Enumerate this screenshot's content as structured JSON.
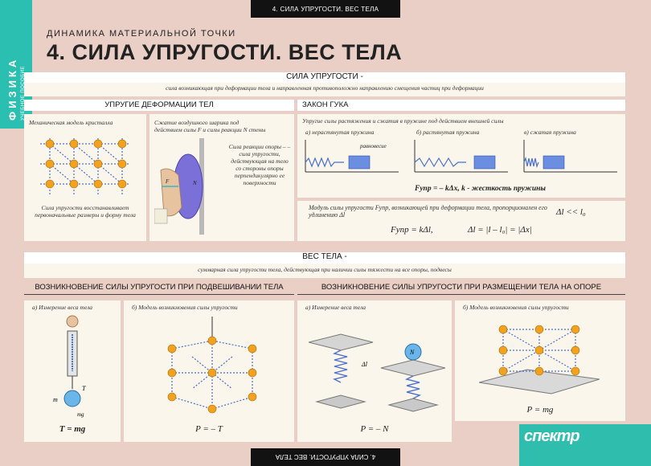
{
  "top_bar": "4. СИЛА УПРУГОСТИ. ВЕС ТЕЛА",
  "side_tab": {
    "subject": "ФИЗИКА",
    "publisher": "УЧЕБНОЕ ПОСОБИЕ"
  },
  "header": {
    "kicker": "ДИНАМИКА МАТЕРИАЛЬНОЙ ТОЧКИ",
    "title": "4. СИЛА УПРУГОСТИ. ВЕС ТЕЛА"
  },
  "elastic_force": {
    "heading": "СИЛА УПРУГОСТИ -",
    "definition": "сила возникающая при деформации тела и направленная противоположно направлению смещения частиц при деформации"
  },
  "elastic_deformations": {
    "heading": "УПРУГИЕ ДЕФОРМАЦИИ ТЕЛ",
    "crystal_caption": "Механическая модель кристалла",
    "crystal_note": "Сила упругости восстанавливает первоначальные размеры и форму тела",
    "balloon_caption": "Сжатие воздушного шарика под действием силы F и силы реакции N стены",
    "reaction_note": "Сила реакции опоры – – сила упругости, действующая на тело со стороны опоры перпендикулярно ее поверхности"
  },
  "hooke": {
    "heading": "ЗАКОН ГУКА",
    "intro": "Упругие силы растяжения и сжатия в пружине под действием внешней силы",
    "cases": [
      "а) нерастянутая пружина",
      "б) растянутая пружина",
      "в) сжатая пружина"
    ],
    "equilibrium_label": "равновесие",
    "formula": "Fупр = – kΔx,   k - жесткость пружины",
    "modulus_text": "Модуль силы упругости Fупр, возникающей при деформации тела, пропорционален его удлинению Δl",
    "formula_modulus": "Fупр = kΔl,",
    "formula_delta": "Δl = |l – l₀| = |Δx|",
    "condition": "Δl << l₀"
  },
  "weight": {
    "heading": "ВЕС ТЕЛА -",
    "definition": "суммарная сила упругости тела, действующая при наличии силы тяжести на все опоры, подвесы"
  },
  "suspension": {
    "heading": "ВОЗНИКНОВЕНИЕ СИЛЫ УПРУГОСТИ ПРИ ПОДВЕШИВАНИИ ТЕЛА",
    "a_caption": "а) Измерение веса тела",
    "b_caption": "б) Модель возникновения силы упругости",
    "formula_a": "T = mg",
    "formula_b": "P = – T"
  },
  "support": {
    "heading": "ВОЗНИКНОВЕНИЕ СИЛЫ УПРУГОСТИ ПРИ РАЗМЕЩЕНИИ ТЕЛА НА ОПОРЕ",
    "a_caption": "а) Измерение веса тела",
    "b_caption": "б) Модель возникновения силы упругости",
    "formula_a": "P = – N",
    "formula_b": "P = mg"
  },
  "publisher_logo": "спектр",
  "bottom_bar": "4. СИЛА УПРУГОСТИ. ВЕС ТЕЛА"
}
